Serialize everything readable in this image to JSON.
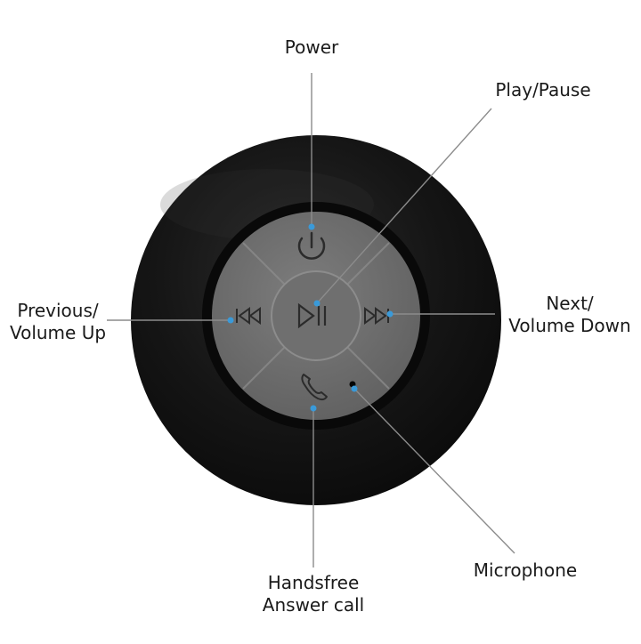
{
  "labels": {
    "power": "Power",
    "play_pause": "Play/Pause",
    "previous_line1": "Previous/",
    "previous_line2": "Volume Up",
    "next_line1": "Next/",
    "next_line2": "Volume Down",
    "handsfree_line1": "Handsfree",
    "handsfree_line2": "Answer call",
    "microphone": "Microphone"
  },
  "icons": {
    "power": "power-icon",
    "play_pause": "play-pause-icon",
    "previous": "previous-track-icon",
    "next": "next-track-icon",
    "handsfree": "phone-handset-icon",
    "microphone": "microphone-hole"
  },
  "colors": {
    "body": "#141414",
    "rim": "#0a0a0a",
    "buttons": "#6e6e6e",
    "button_lines": "#8a8a8a",
    "icon_stroke": "#2a2a2a",
    "marker": "#3a9ad9",
    "leader_line": "#8c8c8c",
    "text": "#1a1a1a"
  }
}
